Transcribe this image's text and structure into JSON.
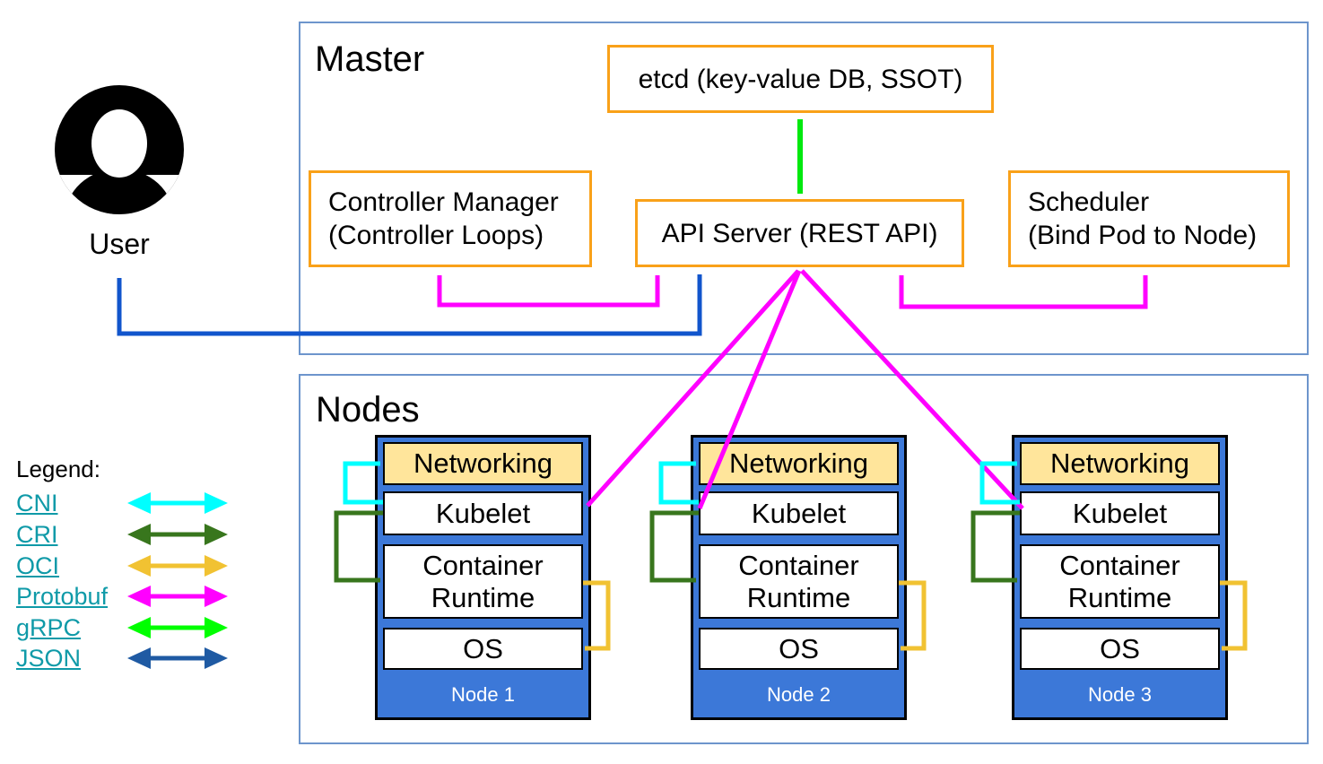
{
  "colors": {
    "frame": "#6d95cc",
    "orange": "#f9a119",
    "node_blue": "#3c78d8",
    "networking_fill": "#ffe59b",
    "cni": "#00ffff",
    "cri": "#38761d",
    "oci": "#f1c232",
    "protobuf": "#ff00ff",
    "grpc": "#00e90e",
    "grpc_legend": "#00ff00",
    "json": "#1f5aa3",
    "user_line": "#1155cc",
    "link": "#0f9aa8"
  },
  "master": {
    "title": "Master",
    "etcd_label": "etcd (key-value DB, SSOT)",
    "controller_manager": {
      "line1": "Controller Manager",
      "line2": "(Controller Loops)"
    },
    "api_server_label": "API Server (REST API)",
    "scheduler": {
      "line1": "Scheduler",
      "line2": "(Bind Pod to Node)"
    }
  },
  "user": {
    "label": "User",
    "icon": "user-avatar-icon"
  },
  "nodes": {
    "title": "Nodes",
    "layers": [
      "Networking",
      "Kubelet",
      "Container Runtime",
      "OS"
    ],
    "items": [
      {
        "name": "Node 1"
      },
      {
        "name": "Node 2"
      },
      {
        "name": "Node 3"
      }
    ]
  },
  "legend": {
    "title": "Legend:",
    "items": [
      {
        "label": "CNI"
      },
      {
        "label": "CRI"
      },
      {
        "label": "OCI"
      },
      {
        "label": "Protobuf"
      },
      {
        "label": "gRPC"
      },
      {
        "label": "JSON"
      }
    ]
  }
}
